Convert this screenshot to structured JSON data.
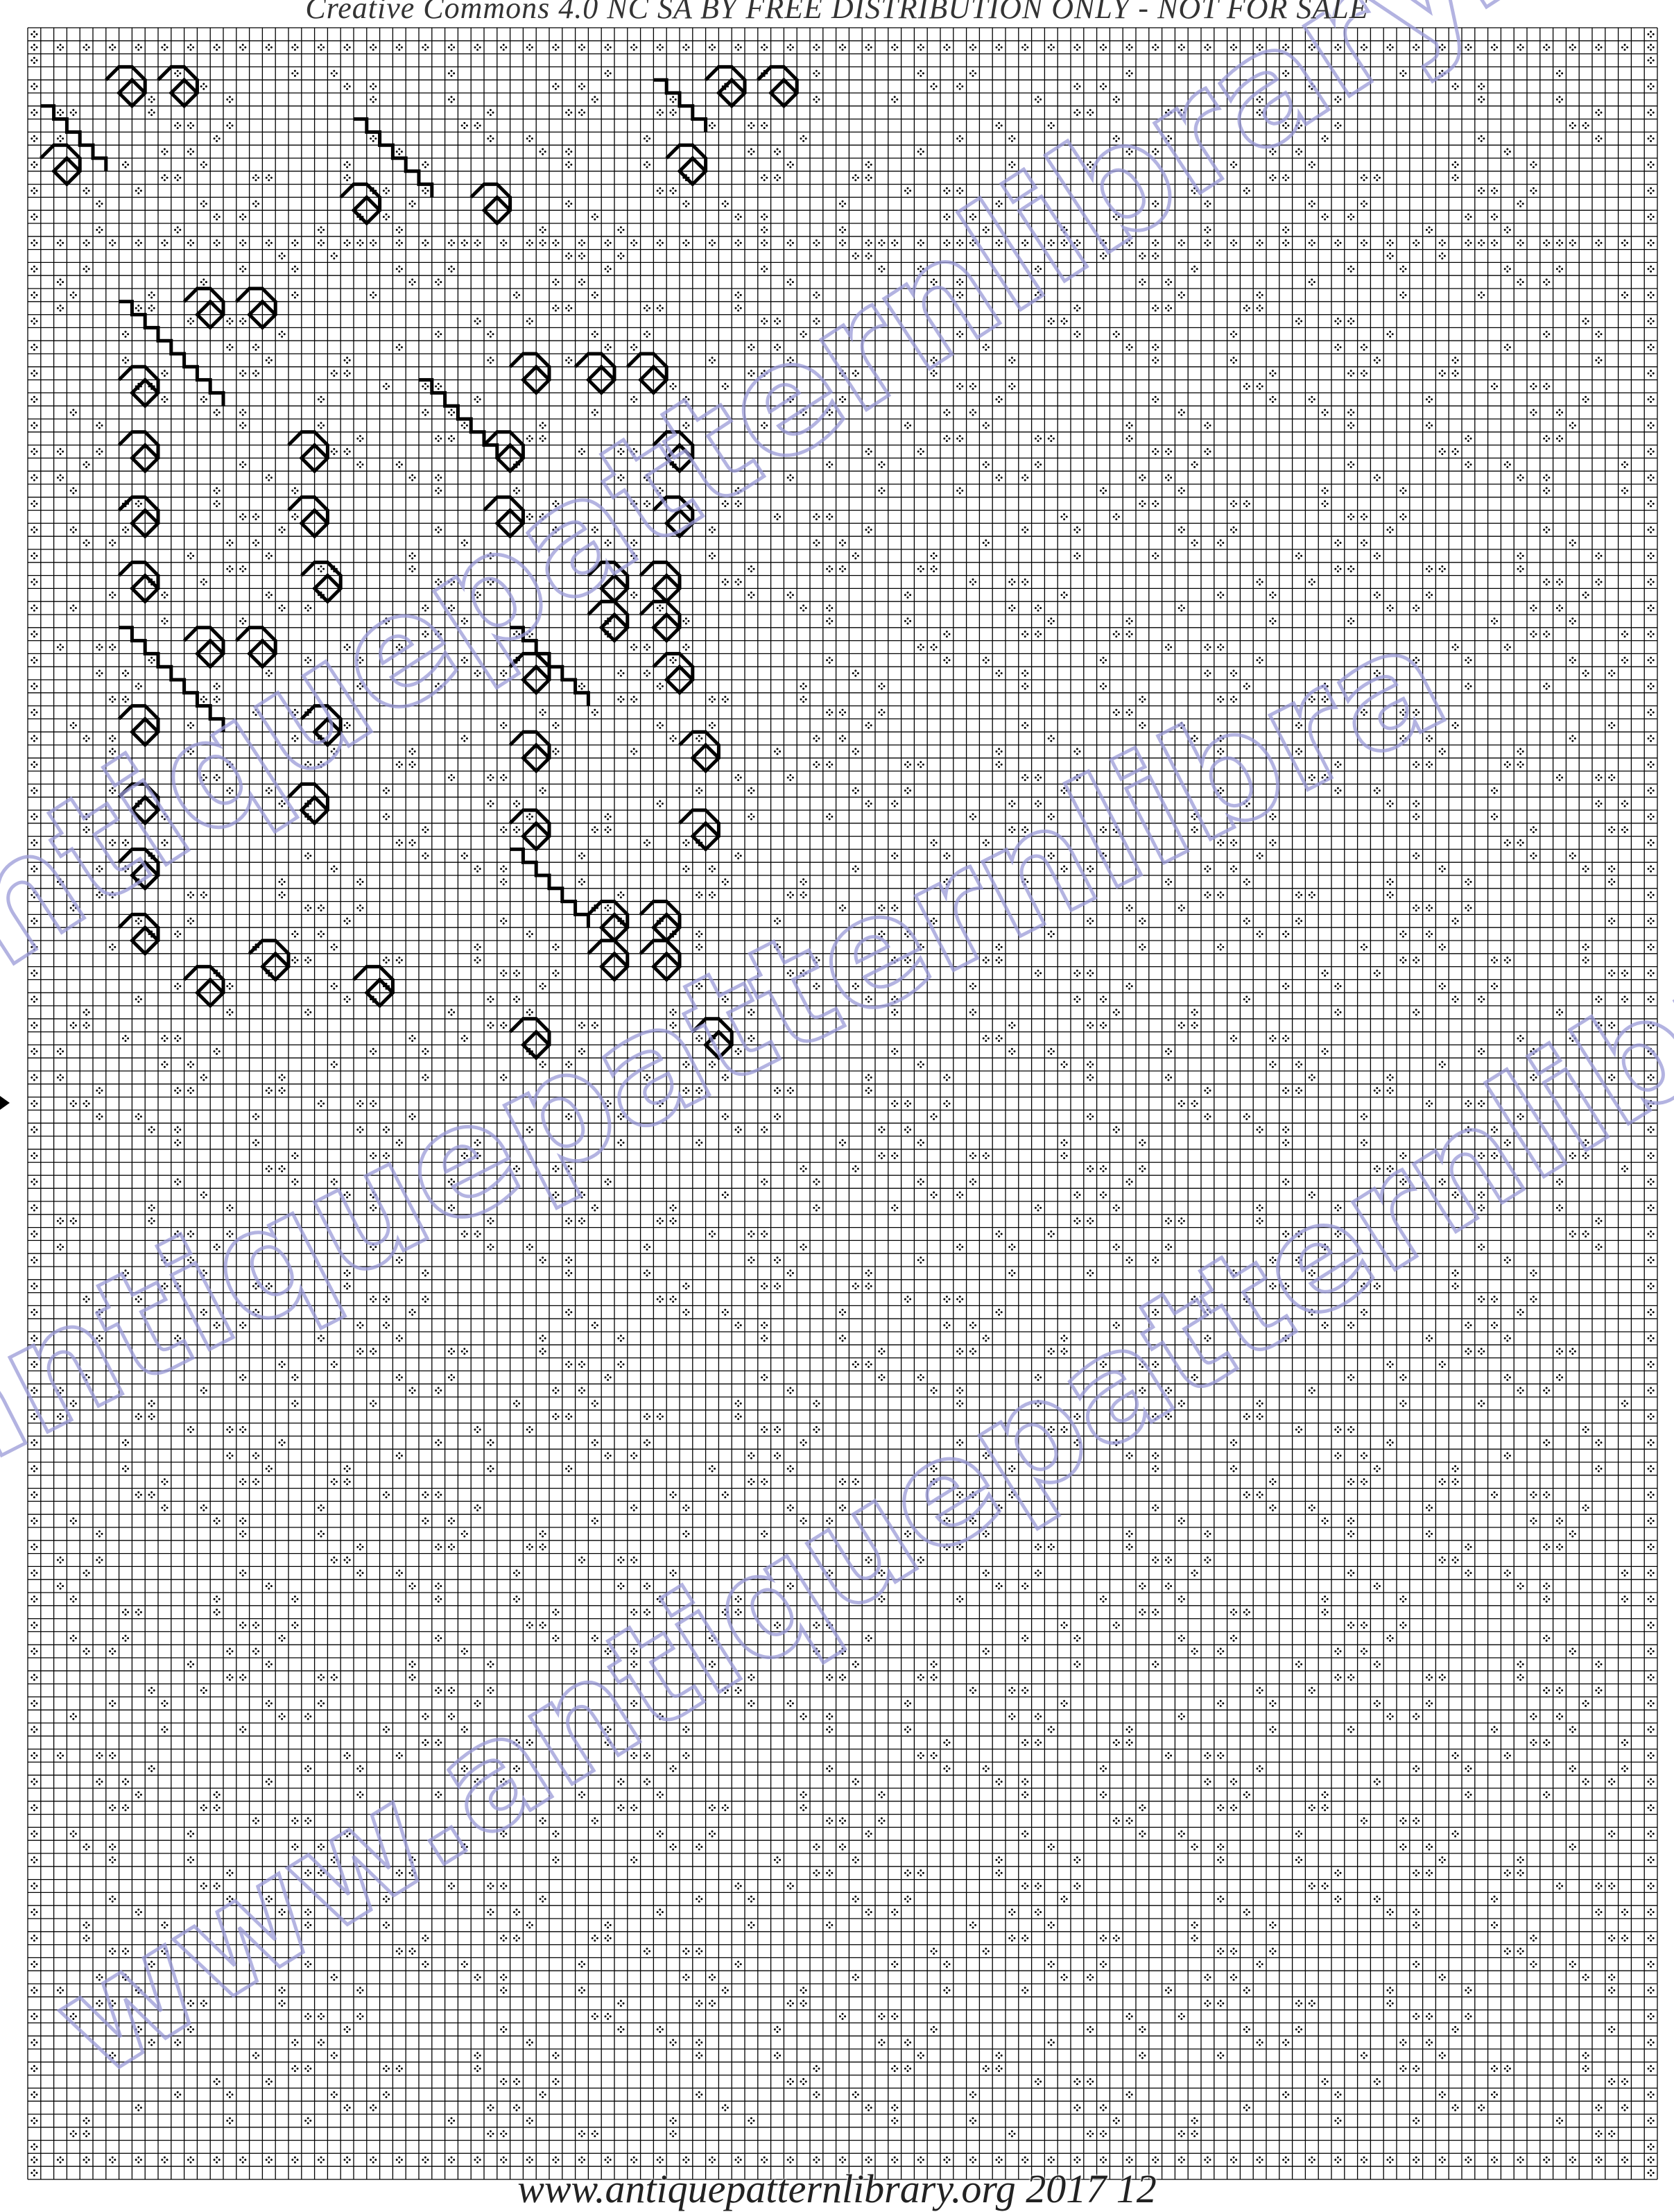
{
  "document": {
    "header": "Creative Commons 4.0 NC SA BY FREE DISTRIBUTION ONLY - NOT FOR SALE",
    "footer": "www.antiquepatternlibrary.org 2017 12",
    "watermarks": [
      "www.antiquepatternlibrary.org",
      "antiquepatternlibrary.org",
      "antiquepatternlibra"
    ]
  },
  "colors": {
    "grid_line": "#000000",
    "stitch": "#000000",
    "watermark": "#9a9ad8",
    "background": "#ffffff"
  },
  "icons": {
    "stitch_symbol": "four-dot-cross-stitch-icon",
    "edge_marker": "triangle-marker-icon"
  }
}
